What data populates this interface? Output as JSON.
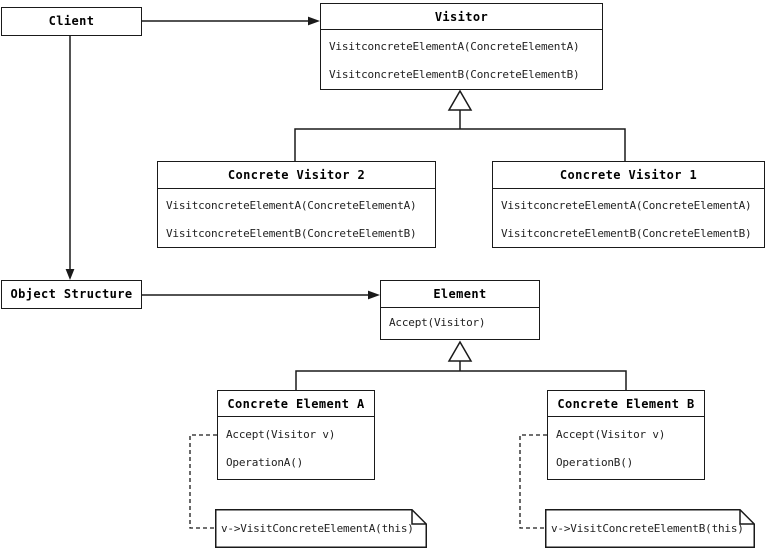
{
  "classes": {
    "client": {
      "title": "Client"
    },
    "visitor": {
      "title": "Visitor",
      "methods": [
        "VisitconcreteElementA(ConcreteElementA)",
        "VisitconcreteElementB(ConcreteElementB)"
      ]
    },
    "concrete_visitor_2": {
      "title": "Concrete Visitor 2",
      "methods": [
        "VisitconcreteElementA(ConcreteElementA)",
        "VisitconcreteElementB(ConcreteElementB)"
      ]
    },
    "concrete_visitor_1": {
      "title": "Concrete Visitor 1",
      "methods": [
        "VisitconcreteElementA(ConcreteElementA)",
        "VisitconcreteElementB(ConcreteElementB)"
      ]
    },
    "object_structure": {
      "title": "Object Structure"
    },
    "element": {
      "title": "Element",
      "methods": [
        "Accept(Visitor)"
      ]
    },
    "concrete_element_a": {
      "title": "Concrete Element A",
      "methods": [
        "Accept(Visitor v)",
        "OperationA()"
      ]
    },
    "concrete_element_b": {
      "title": "Concrete Element B",
      "methods": [
        "Accept(Visitor v)",
        "OperationB()"
      ]
    }
  },
  "notes": {
    "a": {
      "text": "v->VisitConcreteElementA(this)"
    },
    "b": {
      "text": "v->VisitConcreteElementB(this)"
    }
  },
  "colors": {
    "line": "#1a1a1a",
    "text": "#1f1f1f",
    "background": "#ffffff"
  }
}
